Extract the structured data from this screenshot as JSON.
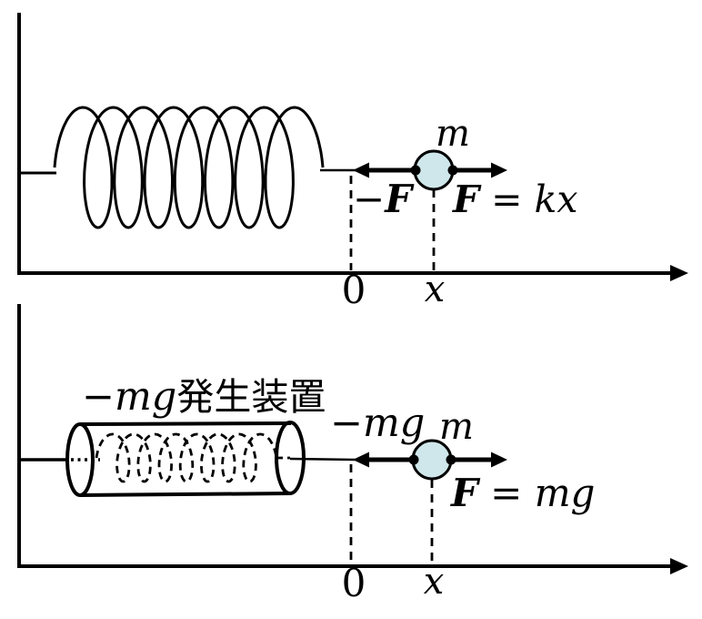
{
  "colors": {
    "stroke": "#000000",
    "mass_fill": "#cfe7ea"
  },
  "top_diagram": {
    "mass_label": "m",
    "left_force": {
      "minus": "−",
      "symbol": "F"
    },
    "right_force": {
      "symbol": "F",
      "equation": " = kx"
    },
    "axis": {
      "origin": "0",
      "position": "x"
    }
  },
  "bottom_diagram": {
    "device_label": {
      "math": "−mg",
      "text": "発生装置"
    },
    "left_force": "−mg",
    "mass_label": "m",
    "right_force": {
      "symbol": "F",
      "equation": " = mg"
    },
    "axis": {
      "origin": "0",
      "position": "x"
    }
  }
}
